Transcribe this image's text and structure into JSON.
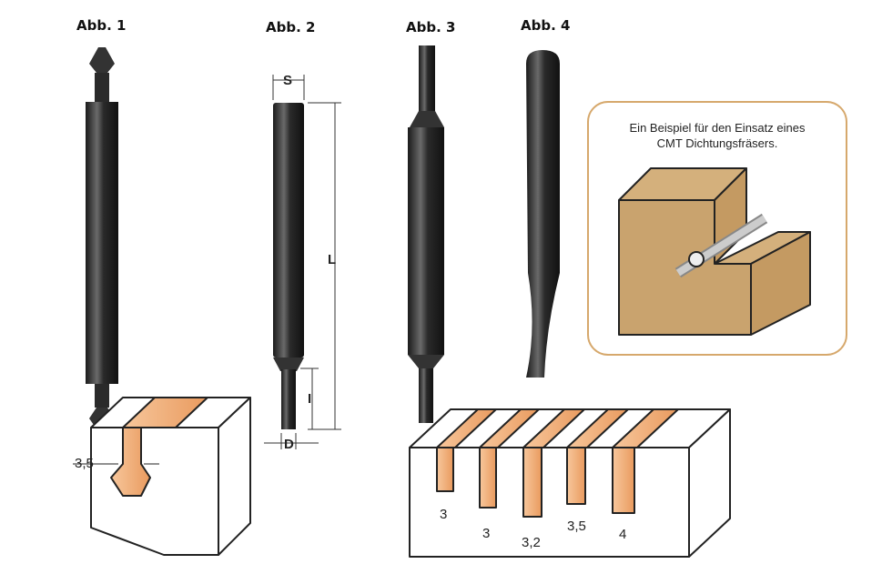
{
  "figures": [
    {
      "label": "Abb. 1"
    },
    {
      "label": "Abb. 2"
    },
    {
      "label": "Abb. 3"
    },
    {
      "label": "Abb. 4"
    }
  ],
  "abb2_dimensions": {
    "s": "S",
    "l": "L",
    "i": "I",
    "d": "D"
  },
  "block1": {
    "dimension": "3,5"
  },
  "block2": {
    "dimensions": [
      "3",
      "3",
      "3,2",
      "3,5",
      "4"
    ]
  },
  "example_box": {
    "line1": "Ein Beispiel für den Einsatz eines",
    "line2": "CMT Dichtungsfräsers."
  },
  "colors": {
    "wood": "#c9a36e",
    "groove": "#f2b27e",
    "box_border": "#d6a86c",
    "bit": "#2b2b2b"
  }
}
